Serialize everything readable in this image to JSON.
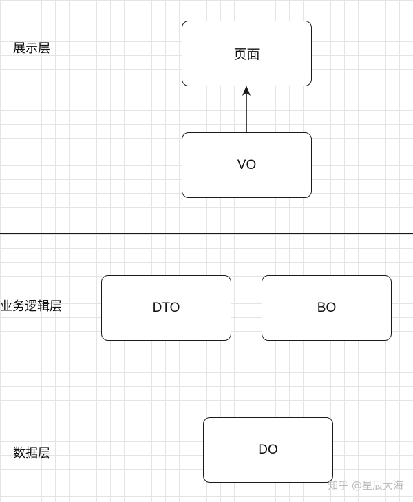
{
  "layers": {
    "presentation": "展示层",
    "business": "业务逻辑层",
    "data": "数据层"
  },
  "nodes": {
    "page": "页面",
    "vo": "VO",
    "dto": "DTO",
    "bo": "BO",
    "do": "DO"
  },
  "watermark": "知乎 @星辰大海",
  "colors": {
    "stroke": "#1a1a1a",
    "grid": "#e4e4e4",
    "background": "#ffffff"
  }
}
